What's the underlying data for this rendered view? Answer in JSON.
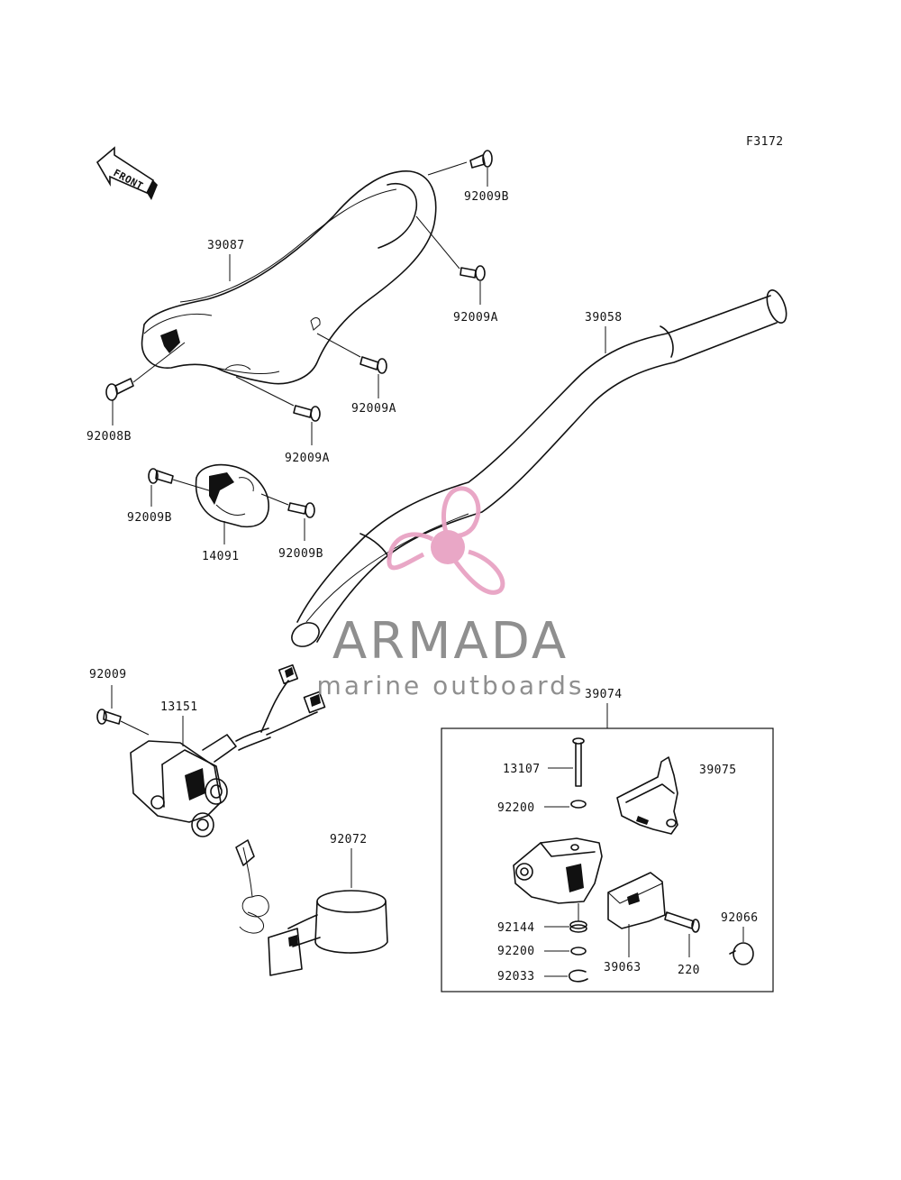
{
  "figure_code": "F3172",
  "front_label": "FRONT",
  "labels": {
    "p92009B_top": "92009B",
    "p39087": "39087",
    "p92009A_right": "92009A",
    "p39058": "39058",
    "p92009A_mid": "92009A",
    "p92008B": "92008B",
    "p92009A_low": "92009A",
    "p92009B_left": "92009B",
    "p14091": "14091",
    "p92009B_right": "92009B",
    "p92009": "92009",
    "p13151": "13151",
    "p39074": "39074",
    "p13107": "13107",
    "p39075": "39075",
    "p92200_top": "92200",
    "p92072": "92072",
    "p92144": "92144",
    "p92066": "92066",
    "p92200_low": "92200",
    "p39063": "39063",
    "p220": "220",
    "p92033": "92033"
  },
  "watermark": {
    "brand": "ARMADA",
    "tagline": "marine outboards",
    "color": "#e8a3c4"
  }
}
